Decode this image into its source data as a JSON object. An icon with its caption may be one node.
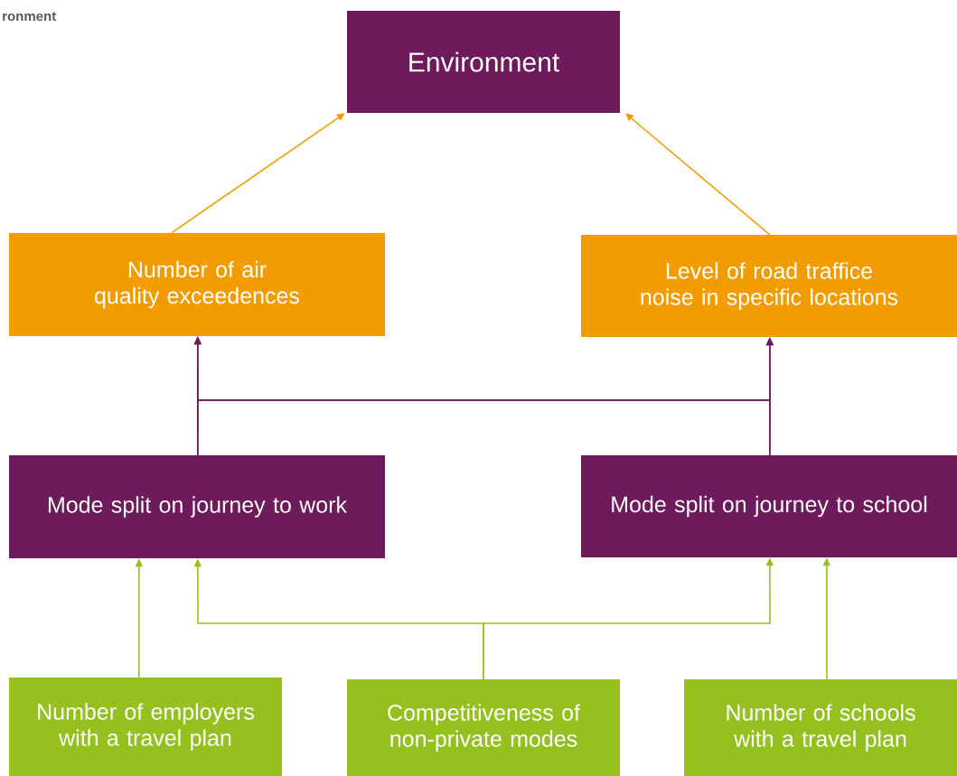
{
  "diagram": {
    "title": "ronment",
    "nodes": [
      {
        "text": [
          "Environment"
        ]
      },
      {
        "text": [
          "Number of air quality exceedences"
        ]
      },
      {
        "text": [
          "Level of road traffice noise in specific locations"
        ]
      },
      {
        "text": [
          "Mode split on journey to work"
        ]
      },
      {
        "text": [
          "Mode split on journey to school"
        ]
      },
      {
        "text": [
          "Number of employers with a travel plan"
        ]
      },
      {
        "text": [
          "Competitiveness of non-private modes"
        ]
      },
      {
        "text": [
          "Number of schools with a travel plan"
        ]
      }
    ],
    "edges": [
      {
        "from": 1,
        "to": 0,
        "arrow": "to",
        "color": "#f39c00"
      },
      {
        "from": 2,
        "to": 0,
        "arrow": "to",
        "color": "#f39c00"
      },
      {
        "from": 3,
        "to": 1,
        "arrow": "to",
        "color": "#6e1a5c"
      },
      {
        "from": 3,
        "to": 2,
        "arrow": "to",
        "color": "#6e1a5c"
      },
      {
        "from": 4,
        "to": 1,
        "arrow": "to",
        "color": "#6e1a5c"
      },
      {
        "from": 4,
        "to": 2,
        "arrow": "to",
        "color": "#6e1a5c"
      },
      {
        "from": 5,
        "to": 3,
        "arrow": "to",
        "color": "#95c11f"
      },
      {
        "from": 6,
        "to": 3,
        "arrow": "to",
        "color": "#95c11f"
      },
      {
        "from": 6,
        "to": 4,
        "arrow": "to",
        "color": "#95c11f"
      },
      {
        "from": 7,
        "to": 4,
        "arrow": "to",
        "color": "#95c11f"
      }
    ]
  }
}
